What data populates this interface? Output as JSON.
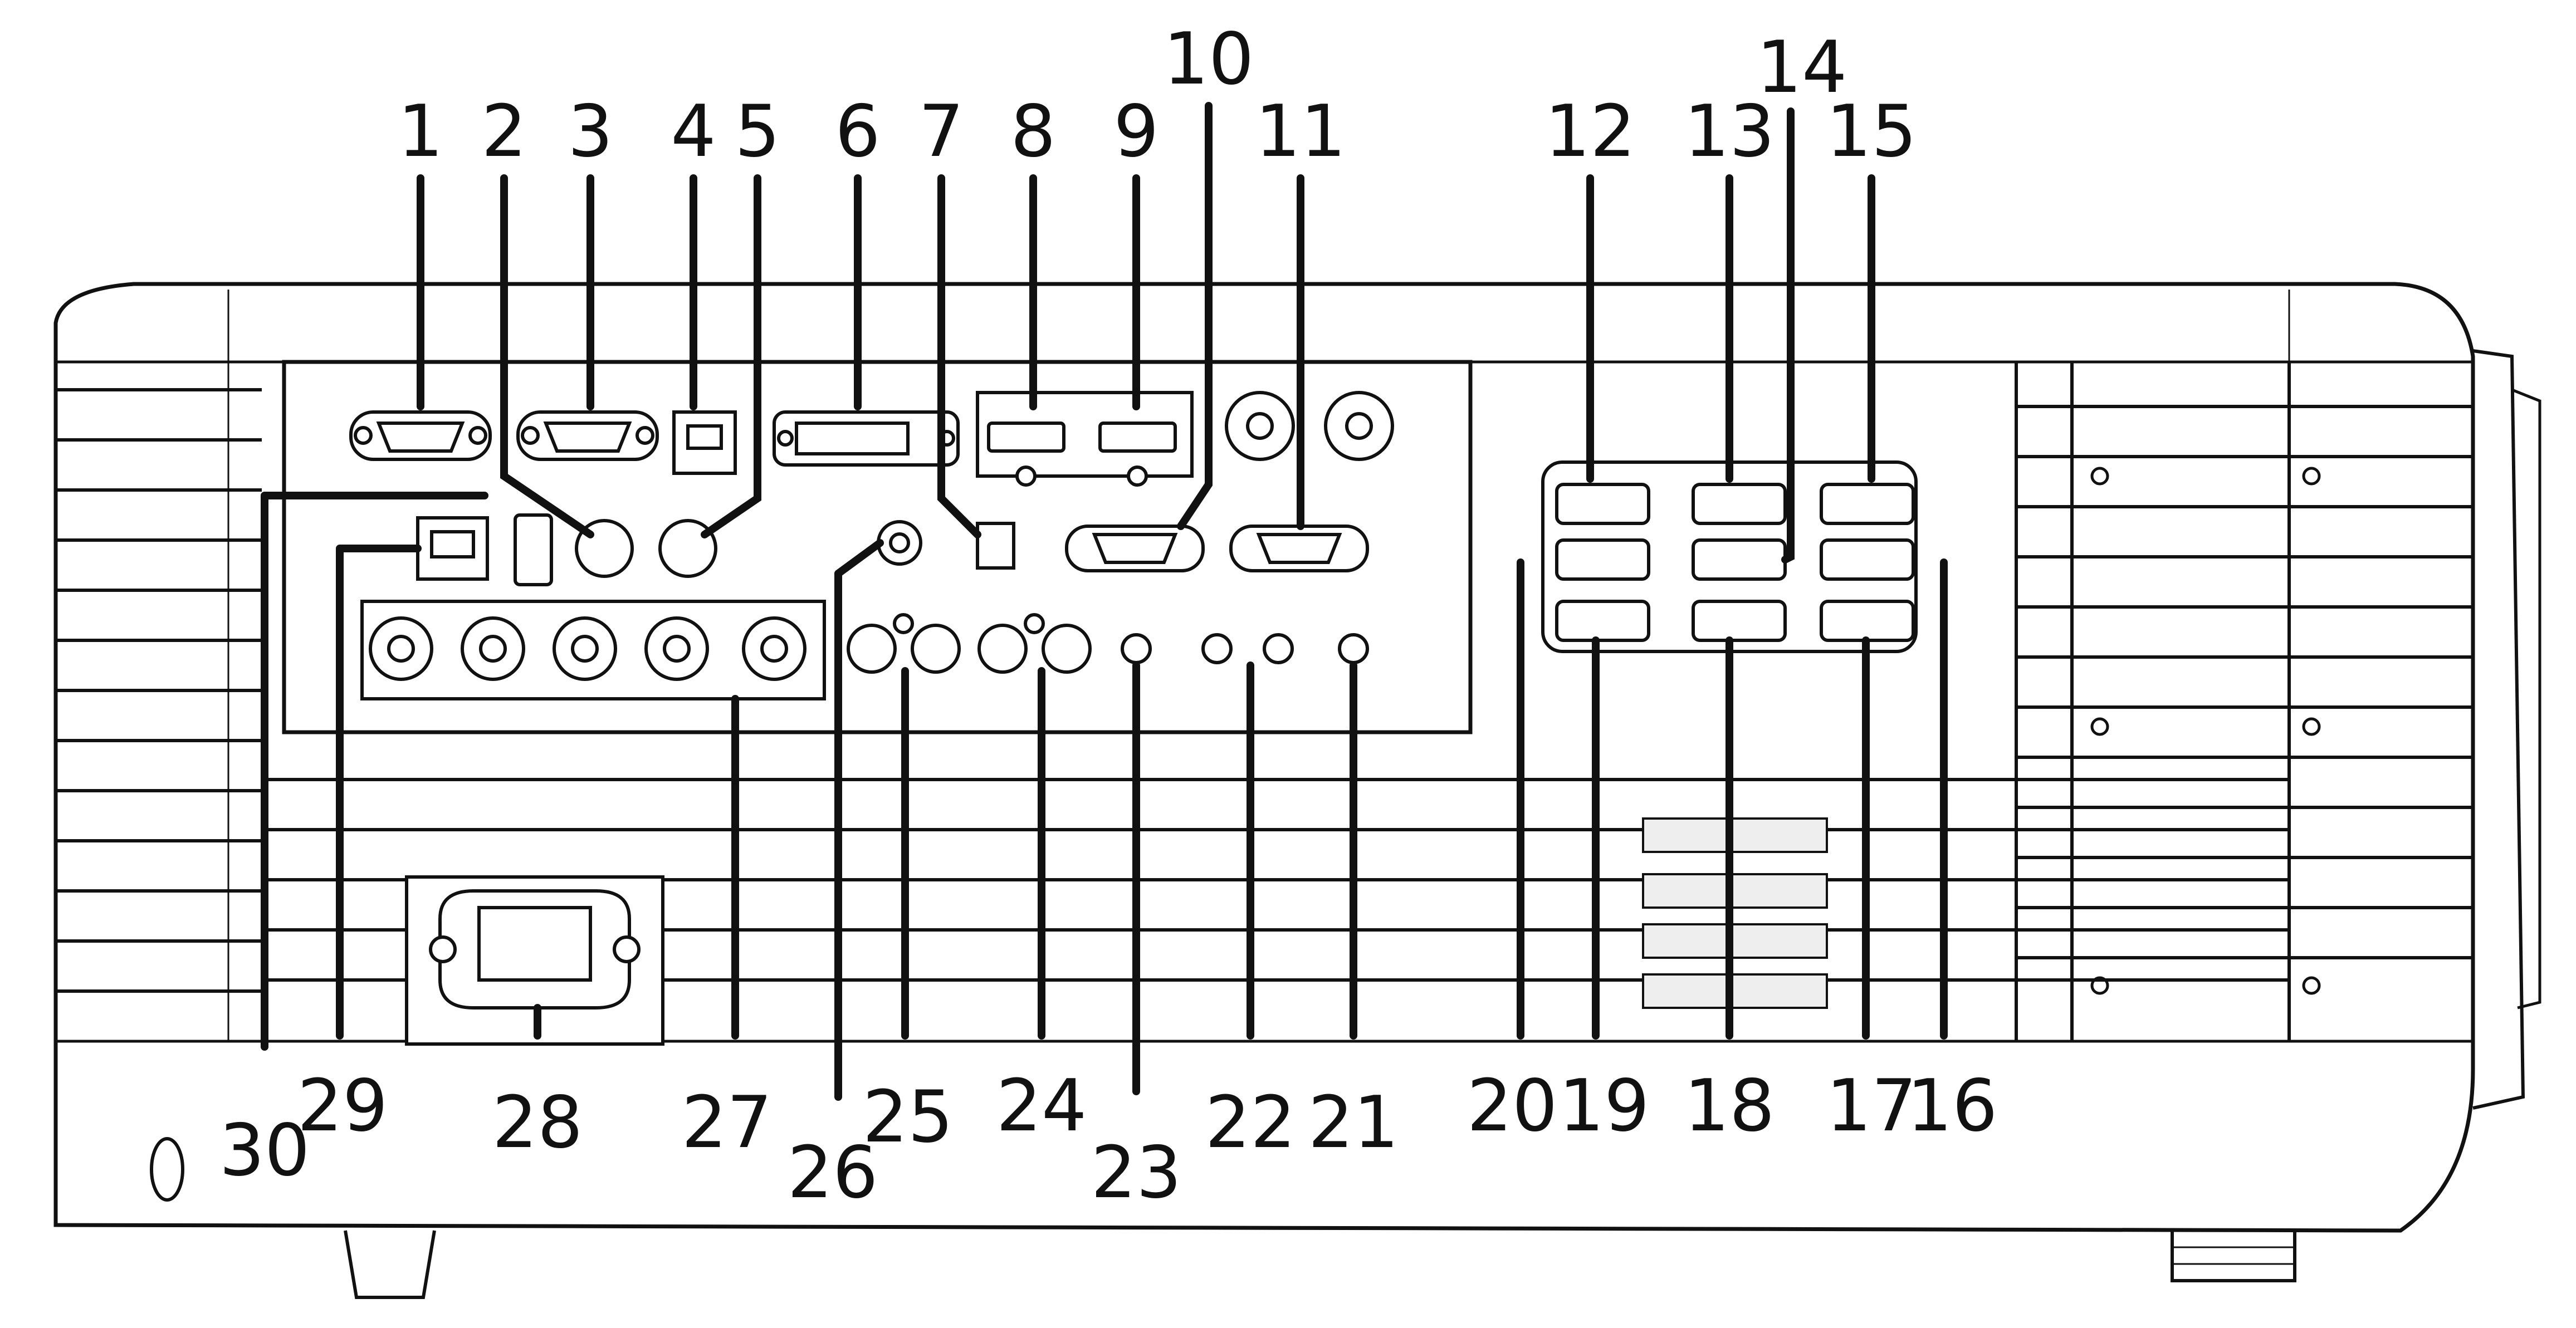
{
  "figure": {
    "subject": "projector-rear-panel",
    "colors": {
      "ink": "#111111",
      "paper": "#ffffff",
      "shade": "#eeeeee"
    }
  },
  "callouts": [
    "1",
    "2",
    "3",
    "4",
    "5",
    "6",
    "7",
    "8",
    "9",
    "10",
    "11",
    "12",
    "13",
    "14",
    "15",
    "16",
    "17",
    "18",
    "19",
    "20",
    "21",
    "22",
    "23",
    "24",
    "25",
    "26",
    "27",
    "28",
    "29",
    "30"
  ]
}
